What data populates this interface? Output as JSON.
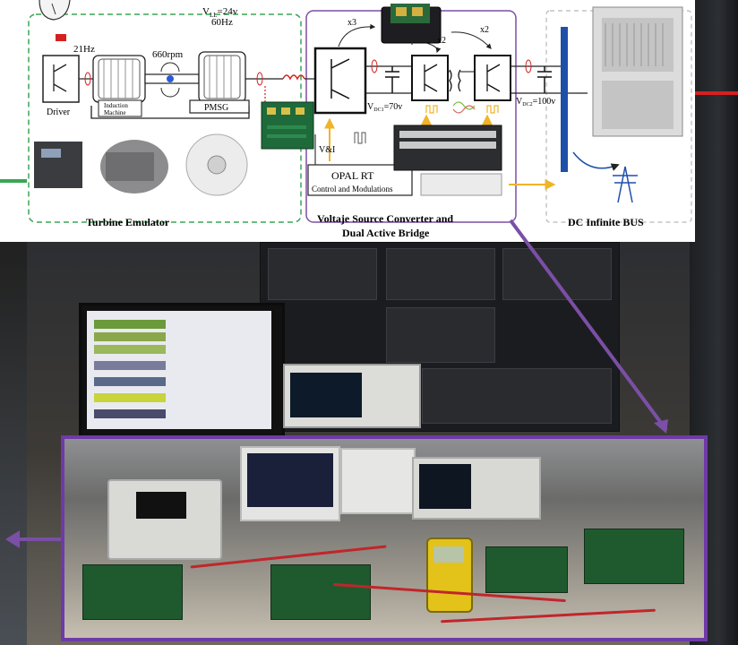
{
  "colors": {
    "dashed_green": "#3aa655",
    "dashed_purple": "#7b4fa6",
    "dashed_gray": "#b8b8b8",
    "frame_purple": "#6f3aa8",
    "bus_blue": "#1f4fa8",
    "feed_orange": "#f0b429",
    "accent_red": "#d62020"
  },
  "turbine": {
    "label": "Turbine Emulator",
    "freq_driver": "21Hz",
    "speed": "660rpm",
    "voltage": "V",
    "voltage_sub": "LL",
    "voltage_val": "=24v",
    "freq_gen": "60Hz",
    "driver_label": "Driver",
    "induction_label_1": "Induction",
    "induction_label_2": "Machine",
    "pmsg_label": "PMSG"
  },
  "converter": {
    "label_line1": "Voltaje Source Converter and",
    "label_line2": "Dual Active Bridge",
    "x3": "x3",
    "x2a": "x2",
    "x2b": "x2",
    "vdc1": "V",
    "vdc1_sub": "DC1",
    "vdc1_val": "=70v",
    "vdc2": "V",
    "vdc2_sub": "DC2",
    "vdc2_val": "=100v",
    "vi_label": "V&I",
    "opal_title": "OPAL RT",
    "opal_sub": "Control and Modulations"
  },
  "dcbus": {
    "label": "DC Infinite BUS"
  }
}
